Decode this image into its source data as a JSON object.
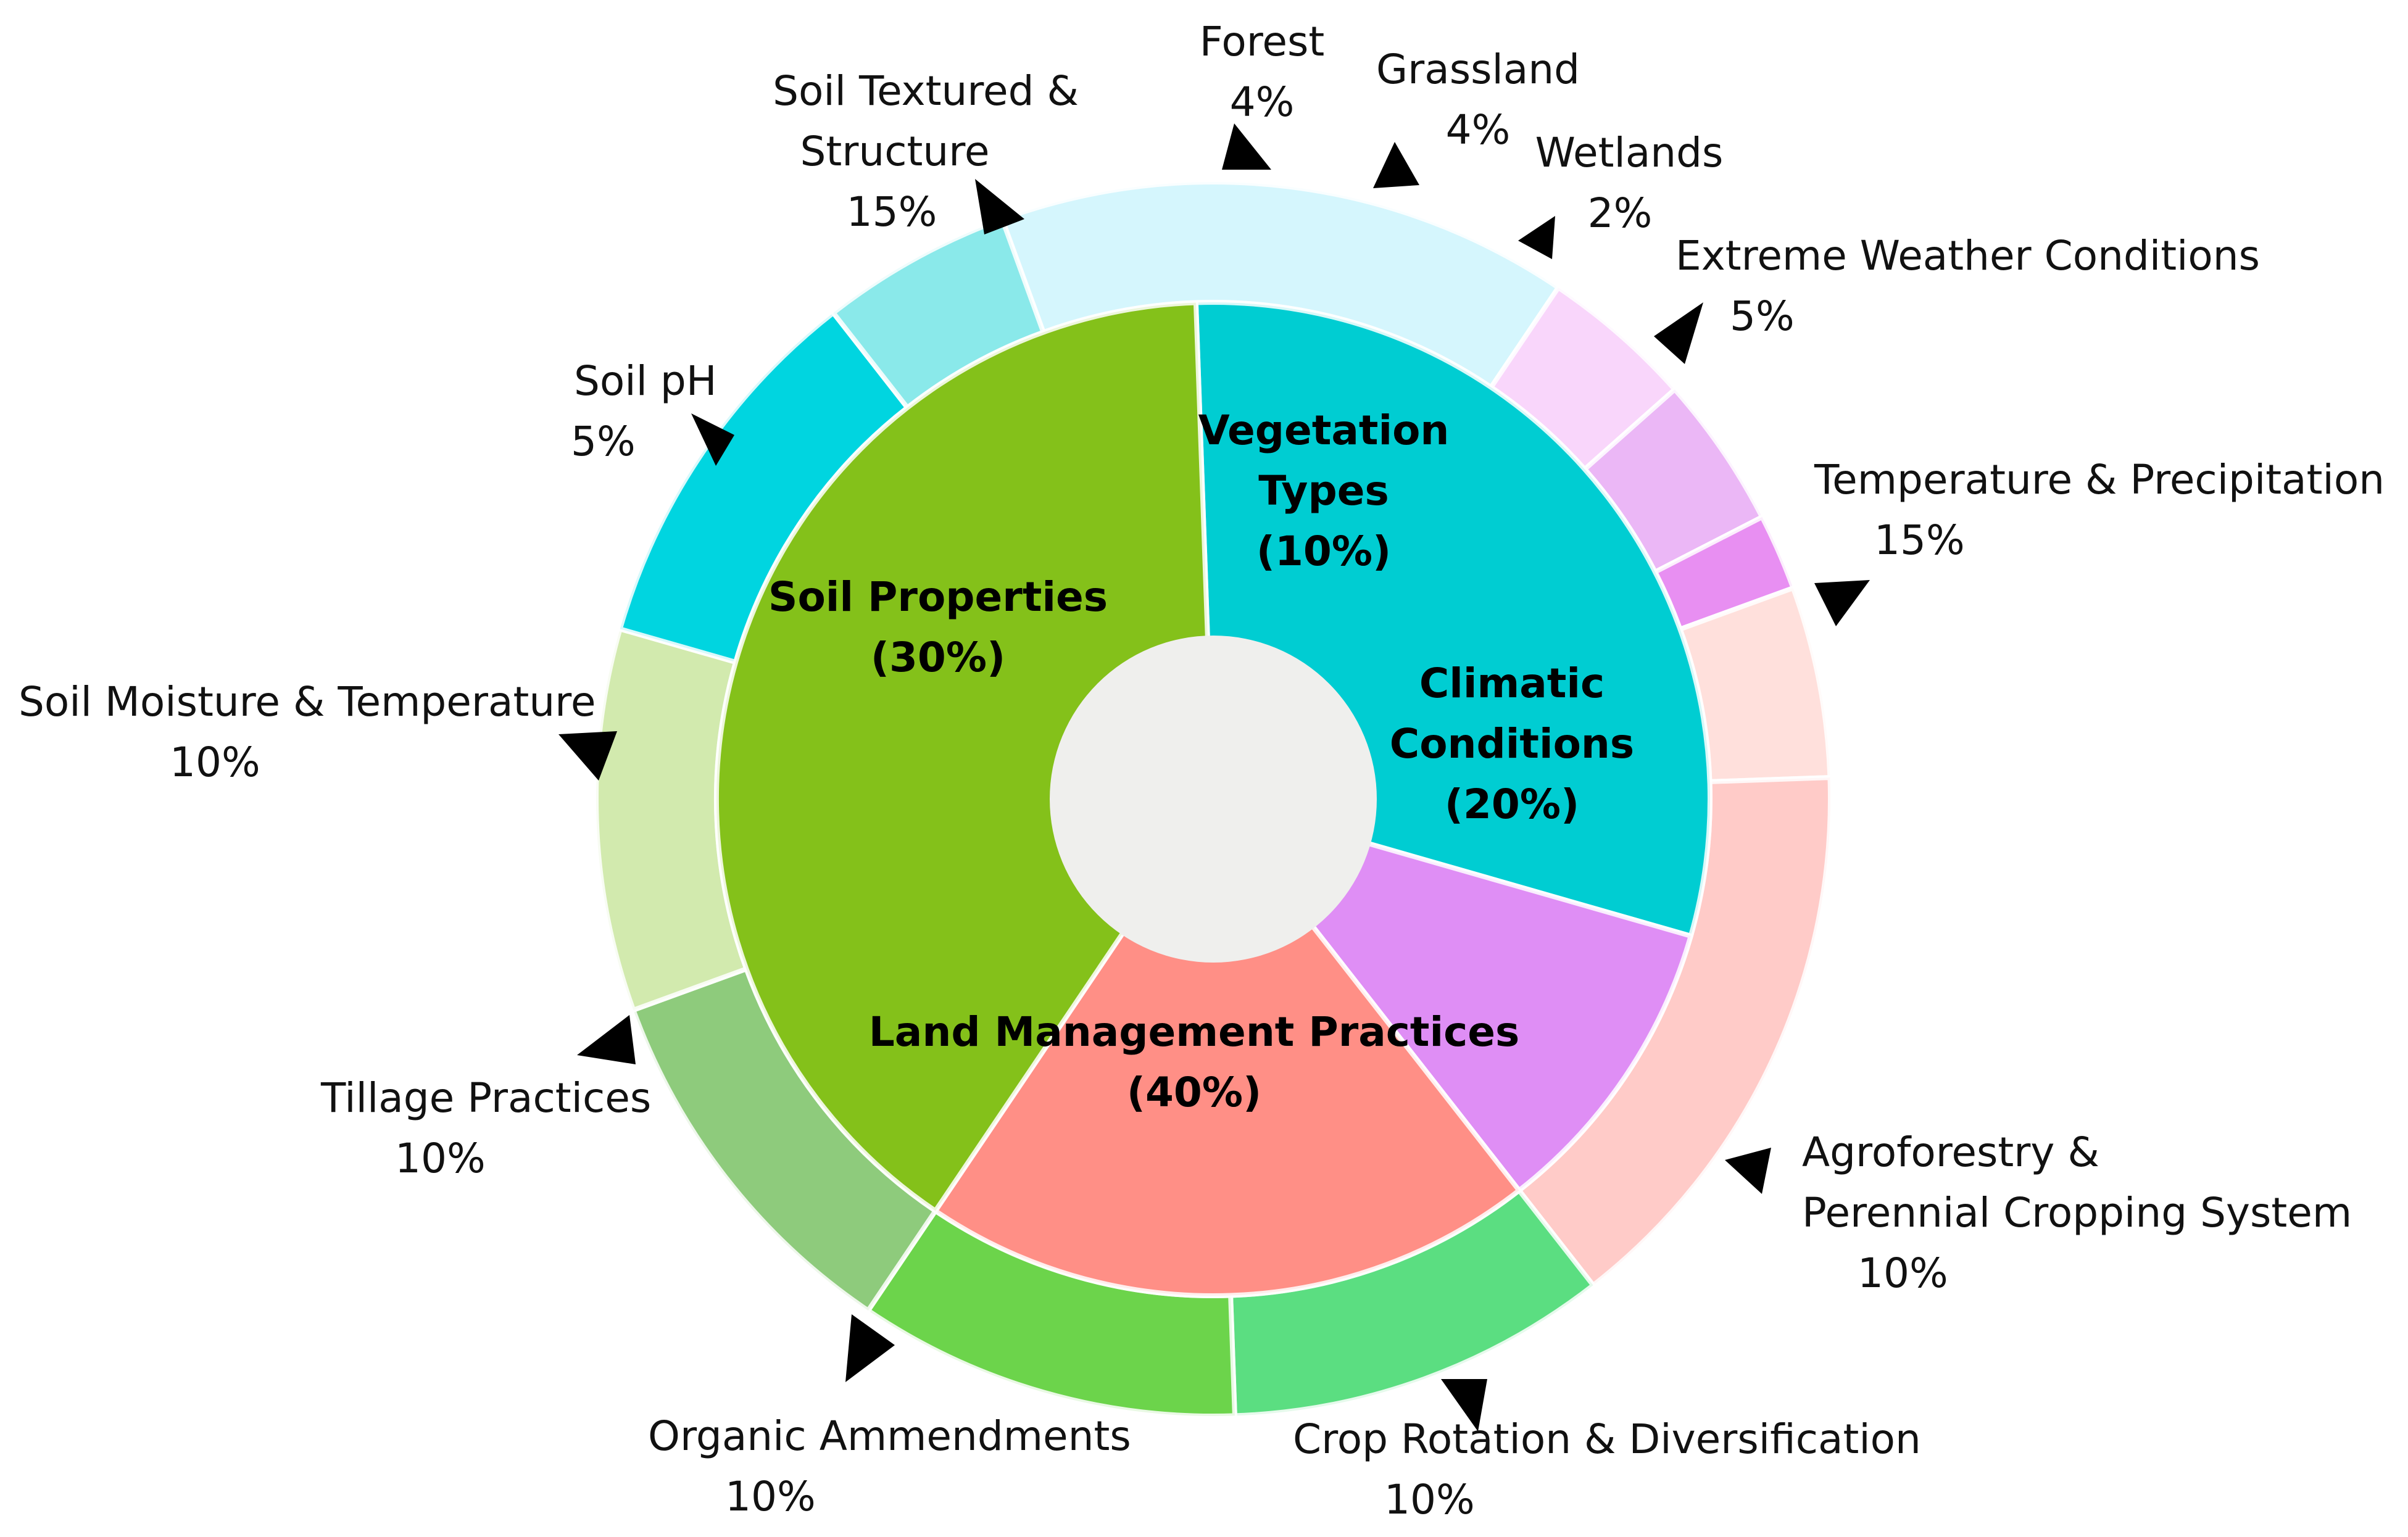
{
  "chart_data": {
    "type": "pie",
    "inner": [
      {
        "label": [
          "Soil Properties",
          "(30%)"
        ],
        "value": 30,
        "color": "#00cdd2"
      },
      {
        "label": [
          "Vegetation",
          "Types",
          "(10%)"
        ],
        "value": 10,
        "color": "#df8ef5"
      },
      {
        "label": [
          "Climatic",
          "Conditions",
          "(20%)"
        ],
        "value": 20,
        "color": "#ff8f86"
      },
      {
        "label": [
          "Land Management Practices",
          "(40%)"
        ],
        "value": 40,
        "color": "#84c11a"
      }
    ],
    "outer": [
      {
        "label": [
          "Soil Textured &",
          "Structure",
          "15%"
        ],
        "value": 15,
        "color": "#d5f6fd"
      },
      {
        "label": [
          "Forest",
          "4%"
        ],
        "value": 4,
        "color": "#f9d6fb"
      },
      {
        "label": [
          "Grassland",
          "4%"
        ],
        "value": 4,
        "color": "#ebb7f6"
      },
      {
        "label": [
          "Wetlands",
          "2%"
        ],
        "value": 2,
        "color": "#e88ff2"
      },
      {
        "label": [
          "Extreme Weather Conditions",
          "5%"
        ],
        "value": 5,
        "color": "#ffe0dc"
      },
      {
        "label": [
          "Temperature & Precipitation",
          "15%"
        ],
        "value": 15,
        "color": "#ffcbc8"
      },
      {
        "label": [
          "Agroforestry &",
          "Perennial Cropping System",
          "10%"
        ],
        "value": 10,
        "color": "#5bde81"
      },
      {
        "label": [
          "Crop Rotation & Diversification",
          "10%"
        ],
        "value": 10,
        "color": "#6cd44b"
      },
      {
        "label": [
          "Organic Ammendments",
          "10%"
        ],
        "value": 10,
        "color": "#8ecb7c"
      },
      {
        "label": [
          "Tillage Practices",
          "10%"
        ],
        "value": 10,
        "color": "#d2eaae"
      },
      {
        "label": [
          "Soil Moisture & Temperature",
          "10%"
        ],
        "value": 10,
        "color": "#00d5e0"
      },
      {
        "label": [
          "Soil pH",
          "5%"
        ],
        "value": 5,
        "color": "#8ae9ea"
      }
    ],
    "center_color": "#efefed"
  }
}
